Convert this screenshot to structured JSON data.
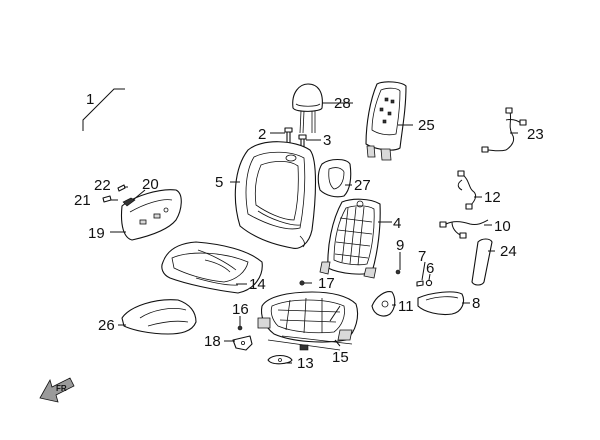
{
  "diagram": {
    "labels": {
      "p1": "1",
      "p2": "2",
      "p3": "3",
      "p4": "4",
      "p5": "5",
      "p6": "6",
      "p7": "7",
      "p8": "8",
      "p9": "9",
      "p10": "10",
      "p11": "11",
      "p12": "12",
      "p13": "13",
      "p14": "14",
      "p15": "15",
      "p16": "16",
      "p17": "17",
      "p18": "18",
      "p19": "19",
      "p20": "20",
      "p21": "21",
      "p22": "22",
      "p23": "23",
      "p24": "24",
      "p25": "25",
      "p26": "26",
      "p27": "27",
      "p28": "28"
    },
    "direction_indicator": "FR"
  }
}
